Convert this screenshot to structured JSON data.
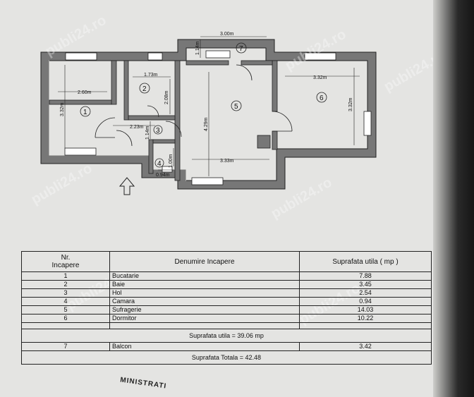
{
  "rooms_plan": [
    {
      "num": "1",
      "w": "2.60m",
      "h": "3.32m"
    },
    {
      "num": "2",
      "w": "1.73m",
      "h": "2.08m"
    },
    {
      "num": "3",
      "w": "2.23m",
      "h": "1.14m"
    },
    {
      "num": "4",
      "w": "0.94m",
      "h": "1.00m"
    },
    {
      "num": "5",
      "w": "3.33m",
      "h": "4.29m"
    },
    {
      "num": "6",
      "w": "3.32m",
      "h": "3.32m"
    },
    {
      "num": "7",
      "w": "3.00m",
      "h": "1.14m"
    }
  ],
  "table": {
    "header": {
      "nr": "Nr.\nIncapere",
      "name": "Denumire Incapere",
      "area": "Suprafata utila ( mp )"
    },
    "rows": [
      {
        "nr": "1",
        "name": "Bucatarie",
        "area": "7.88"
      },
      {
        "nr": "2",
        "name": "Baie",
        "area": "3.45"
      },
      {
        "nr": "3",
        "name": "Hol",
        "area": "2.54"
      },
      {
        "nr": "4",
        "name": "Camara",
        "area": "0.94"
      },
      {
        "nr": "5",
        "name": "Sufragerie",
        "area": "14.03"
      },
      {
        "nr": "6",
        "name": "Dormitor",
        "area": "10.22"
      }
    ],
    "utile_total": "Suprafata utila = 39.06 mp",
    "balcony": {
      "nr": "7",
      "name": "Balcon",
      "area": "3.42"
    },
    "grand_total": "Suprafata Totala = 42.48"
  },
  "watermark": "publi24.ro",
  "stamp_text": "MINISTRATI"
}
